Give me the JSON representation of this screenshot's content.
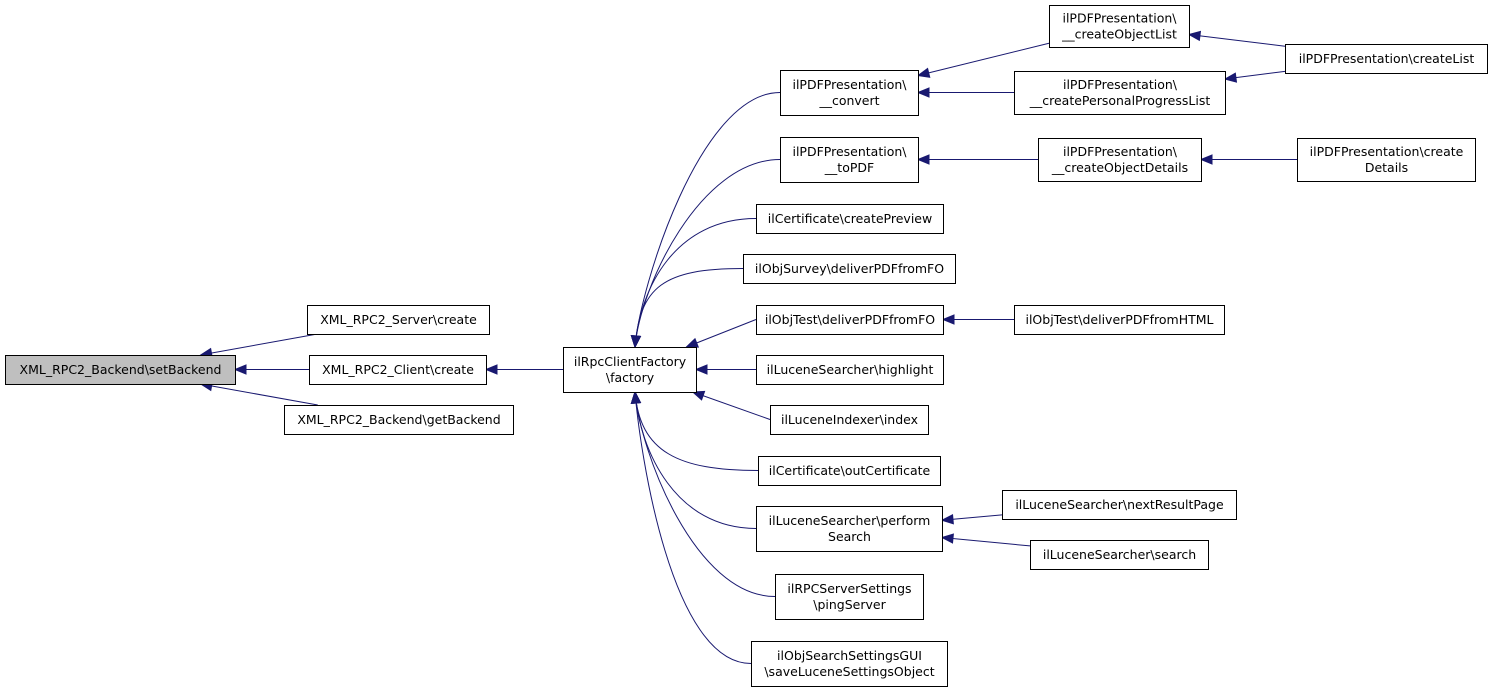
{
  "diagram": {
    "nodes": [
      {
        "id": "setBackend",
        "lines": [
          "XML_RPC2_Backend\\setBackend"
        ],
        "highlight": true
      },
      {
        "id": "serverCreate",
        "lines": [
          "XML_RPC2_Server\\create"
        ]
      },
      {
        "id": "clientCreate",
        "lines": [
          "XML_RPC2_Client\\create"
        ]
      },
      {
        "id": "getBackend",
        "lines": [
          "XML_RPC2_Backend\\getBackend"
        ]
      },
      {
        "id": "factory",
        "lines": [
          "ilRpcClientFactory",
          "\\factory"
        ]
      },
      {
        "id": "convert",
        "lines": [
          "ilPDFPresentation\\",
          "__convert"
        ]
      },
      {
        "id": "toPDF",
        "lines": [
          "ilPDFPresentation\\",
          "__toPDF"
        ]
      },
      {
        "id": "createPreview",
        "lines": [
          "ilCertificate\\createPreview"
        ]
      },
      {
        "id": "surveyPDF",
        "lines": [
          "ilObjSurvey\\deliverPDFfromFO"
        ]
      },
      {
        "id": "testPDF",
        "lines": [
          "ilObjTest\\deliverPDFfromFO"
        ]
      },
      {
        "id": "highlight",
        "lines": [
          "ilLuceneSearcher\\highlight"
        ]
      },
      {
        "id": "index",
        "lines": [
          "ilLuceneIndexer\\index"
        ]
      },
      {
        "id": "outCert",
        "lines": [
          "ilCertificate\\outCertificate"
        ]
      },
      {
        "id": "performSearch",
        "lines": [
          "ilLuceneSearcher\\perform",
          "Search"
        ]
      },
      {
        "id": "pingServer",
        "lines": [
          "ilRPCServerSettings",
          "\\pingServer"
        ]
      },
      {
        "id": "saveLucene",
        "lines": [
          "ilObjSearchSettingsGUI",
          "\\saveLuceneSettingsObject"
        ]
      },
      {
        "id": "createObjectList",
        "lines": [
          "ilPDFPresentation\\",
          "__createObjectList"
        ]
      },
      {
        "id": "createPersonal",
        "lines": [
          "ilPDFPresentation\\",
          "__createPersonalProgressList"
        ]
      },
      {
        "id": "createObjectDetails",
        "lines": [
          "ilPDFPresentation\\",
          "__createObjectDetails"
        ]
      },
      {
        "id": "testHTML",
        "lines": [
          "ilObjTest\\deliverPDFfromHTML"
        ]
      },
      {
        "id": "nextResultPage",
        "lines": [
          "ilLuceneSearcher\\nextResultPage"
        ]
      },
      {
        "id": "search",
        "lines": [
          "ilLuceneSearcher\\search"
        ]
      },
      {
        "id": "createList",
        "lines": [
          "ilPDFPresentation\\createList"
        ]
      },
      {
        "id": "createDetails",
        "lines": [
          "ilPDFPresentation\\create",
          "Details"
        ]
      }
    ],
    "edges": [
      [
        "serverCreate",
        "setBackend"
      ],
      [
        "clientCreate",
        "setBackend"
      ],
      [
        "getBackend",
        "setBackend"
      ],
      [
        "factory",
        "clientCreate"
      ],
      [
        "convert",
        "factory"
      ],
      [
        "toPDF",
        "factory"
      ],
      [
        "createPreview",
        "factory"
      ],
      [
        "surveyPDF",
        "factory"
      ],
      [
        "testPDF",
        "factory"
      ],
      [
        "highlight",
        "factory"
      ],
      [
        "index",
        "factory"
      ],
      [
        "outCert",
        "factory"
      ],
      [
        "performSearch",
        "factory"
      ],
      [
        "pingServer",
        "factory"
      ],
      [
        "saveLucene",
        "factory"
      ],
      [
        "createObjectList",
        "convert"
      ],
      [
        "createPersonal",
        "convert"
      ],
      [
        "createObjectDetails",
        "toPDF"
      ],
      [
        "testHTML",
        "testPDF"
      ],
      [
        "nextResultPage",
        "performSearch"
      ],
      [
        "search",
        "performSearch"
      ],
      [
        "createList",
        "createObjectList"
      ],
      [
        "createList",
        "createPersonal"
      ],
      [
        "createDetails",
        "createObjectDetails"
      ]
    ]
  }
}
